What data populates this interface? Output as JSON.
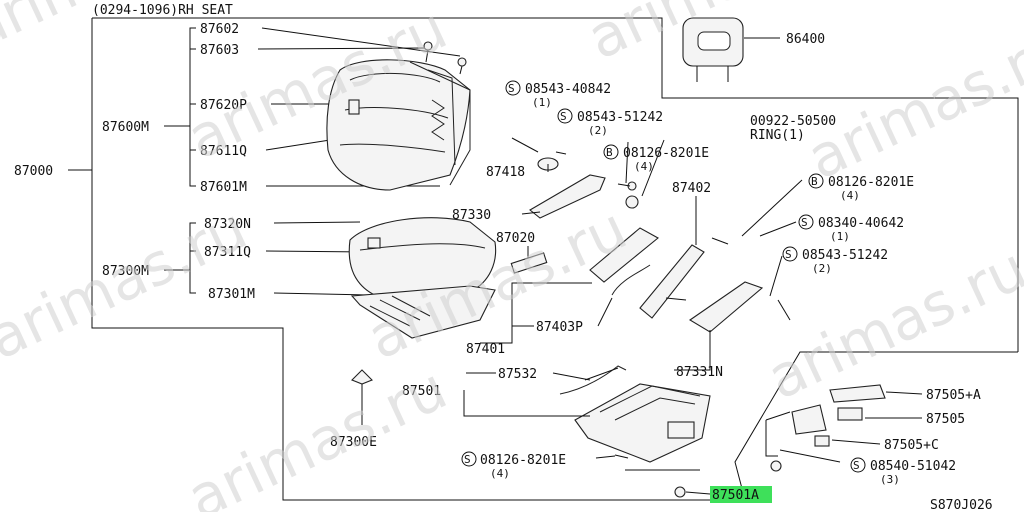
{
  "header": {
    "title": "(0294-1096)RH SEAT"
  },
  "watermark": "arimas.ru",
  "code": "S870J026",
  "labels": {
    "p87000": "87000",
    "p87600M": "87600M",
    "p87602": "87602",
    "p87603": "87603",
    "p87620P": "87620P",
    "p87611Q": "87611Q",
    "p87601M": "87601M",
    "p87300M": "87300M",
    "p87320N": "87320N",
    "p87311Q": "87311Q",
    "p87301M": "87301M",
    "p86400": "86400",
    "b08543_40842": "08543-40842",
    "b08543_40842_q": "(1)",
    "b08543_51242": "08543-51242",
    "b08543_51242_q": "(2)",
    "p00922": "00922-50500",
    "ring": "RING(1)",
    "b08126_a": "08126-8201E",
    "b08126_a_q": "(4)",
    "p87418": "87418",
    "p87402": "87402",
    "b08126_b": "08126-8201E",
    "b08126_b_q": "(4)",
    "p87330": "87330",
    "p87020": "87020",
    "b08340": "08340-40642",
    "b08340_q": "(1)",
    "b08543_51242b": "08543-51242",
    "b08543_51242b_q": "(2)",
    "p87401": "87401",
    "p87403P": "87403P",
    "p87331N": "87331N",
    "p87501": "87501",
    "p87532": "87532",
    "p87300E": "87300E",
    "b08126_c": "08126-8201E",
    "b08126_c_q": "(4)",
    "p87505A": "87505+A",
    "p87505": "87505",
    "p87505C": "87505+C",
    "b08540": "08540-51042",
    "b08540_q": "(3)",
    "p87501A": "87501A"
  },
  "bolt_marks": {
    "S": "S",
    "B": "B"
  },
  "colors": {
    "highlight": "#3ee05a",
    "line": "#111111",
    "watermark": "#cfcfcf"
  }
}
